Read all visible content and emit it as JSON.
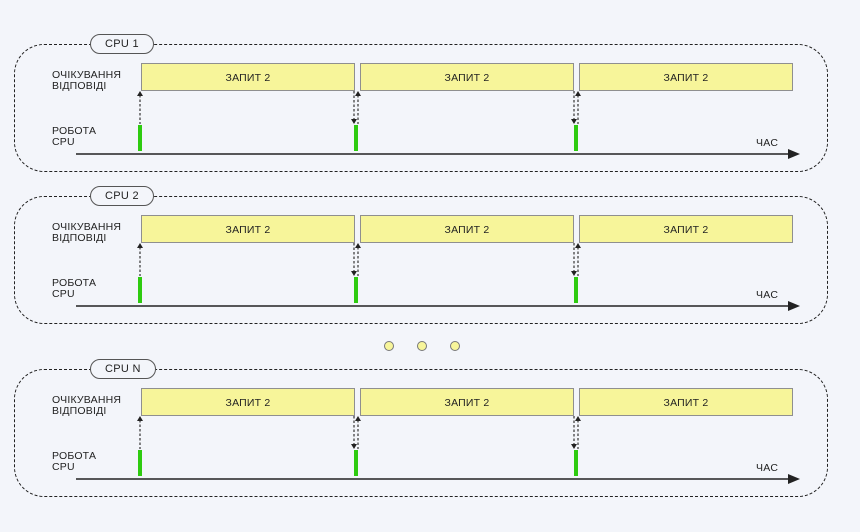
{
  "panels": [
    {
      "tag": "CPU 1",
      "wait_label_line1": "ОЧІКУВАННЯ",
      "wait_label_line2": "ВІДПОВІДІ",
      "work_label_line1": "РОБОТА",
      "work_label_line2": "CPU",
      "requests": [
        "ЗАПИТ 2",
        "ЗАПИТ 2",
        "ЗАПИТ 2"
      ],
      "time_label": "ЧАС"
    },
    {
      "tag": "CPU 2",
      "wait_label_line1": "ОЧІКУВАННЯ",
      "wait_label_line2": "ВІДПОВІДІ",
      "work_label_line1": "РОБОТА",
      "work_label_line2": "CPU",
      "requests": [
        "ЗАПИТ 2",
        "ЗАПИТ 2",
        "ЗАПИТ 2"
      ],
      "time_label": "ЧАС"
    },
    {
      "tag": "CPU N",
      "wait_label_line1": "ОЧІКУВАННЯ",
      "wait_label_line2": "ВІДПОВІДІ",
      "work_label_line1": "РОБОТА",
      "work_label_line2": "CPU",
      "requests": [
        "ЗАПИТ 2",
        "ЗАПИТ 2",
        "ЗАПИТ 2"
      ],
      "time_label": "ЧАС"
    }
  ],
  "colors": {
    "background": "#f3f5fa",
    "request_fill": "#f7f59a",
    "cpu_work": "#2ecb10",
    "line": "#222222"
  }
}
